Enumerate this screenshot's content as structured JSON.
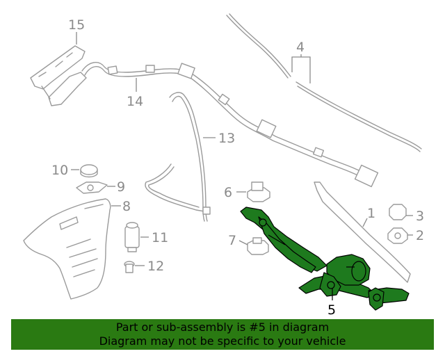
{
  "callouts": {
    "c1": "1",
    "c2": "2",
    "c3": "3",
    "c4": "4",
    "c5": "5",
    "c6": "6",
    "c7": "7",
    "c8": "8",
    "c9": "9",
    "c10": "10",
    "c11": "11",
    "c12": "12",
    "c13": "13",
    "c14": "14",
    "c15": "15"
  },
  "highlighted_part": "5",
  "colors": {
    "highlight": "#1e7a1e",
    "banner": "#2a7a12",
    "line_art": "#9a9a9a"
  },
  "banner": {
    "line1": "Part or sub-assembly is #5 in diagram",
    "line2": "Diagram may not be specific to your vehicle"
  }
}
